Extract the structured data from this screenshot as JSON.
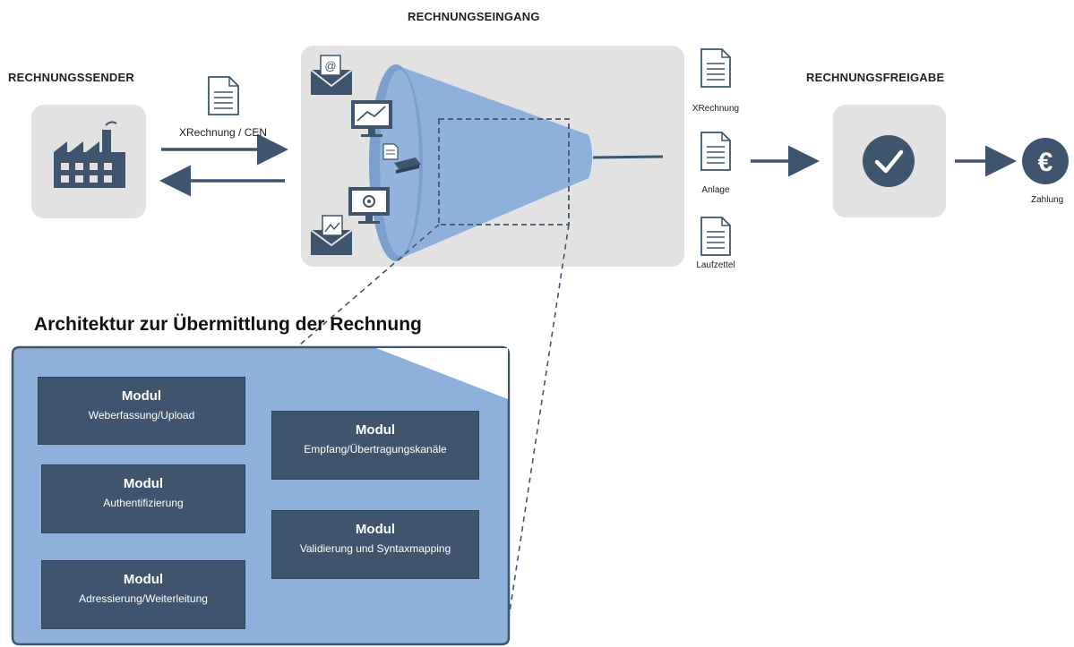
{
  "headings": {
    "sender": "RECHNUNGSSENDER",
    "inbox": "RECHNUNGSEINGANG",
    "approval": "RECHNUNGSFREIGABE"
  },
  "sender_link_label": "XRechnung / CEN",
  "documents": [
    {
      "label": "XRechnung",
      "icon": "document-icon"
    },
    {
      "label": "Anlage",
      "icon": "document-icon"
    },
    {
      "label": "Laufzettel",
      "icon": "document-icon"
    }
  ],
  "payment_label": "Zahlung",
  "architecture": {
    "title": "Architektur zur Übermittlung der Rechnung",
    "modules": [
      {
        "title": "Modul",
        "subtitle": "Weberfassung/Upload"
      },
      {
        "title": "Modul",
        "subtitle": "Authentifizierung"
      },
      {
        "title": "Modul",
        "subtitle": "Adressierung/Weiterleitung"
      },
      {
        "title": "Modul",
        "subtitle": "Empfang/Übertragungskanäle"
      },
      {
        "title": "Modul",
        "subtitle": "Validierung und Syntaxmapping"
      }
    ]
  },
  "icons": {
    "factory": "factory-icon",
    "email": "email-at-icon",
    "monitor_chart": "monitor-chart-icon",
    "scanner": "scanner-icon",
    "monitor_gear": "monitor-gear-icon",
    "email_image": "email-image-icon",
    "check": "check-circle-icon",
    "euro": "euro-circle-icon"
  },
  "colors": {
    "dark_blue": "#3f556d",
    "light_blue": "#7b9fce",
    "funnel_blue": "#8fb0da",
    "grey_box": "#e2e2e2"
  }
}
